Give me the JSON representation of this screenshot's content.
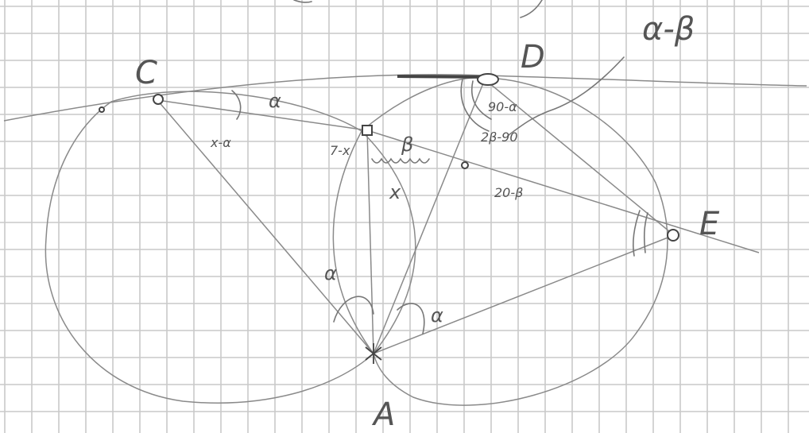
{
  "points": {
    "A": "A",
    "C": "C",
    "D": "D",
    "E": "E"
  },
  "angle_labels": {
    "alpha_top": "α",
    "alpha_left": "α",
    "alpha_right": "α",
    "x_mid": "x",
    "alpha_minus_beta": "α-β",
    "beta_small": "β"
  },
  "scribbles": {
    "near_c": "x-α",
    "near_b_left": "7-x",
    "near_d": "90-α",
    "near_d_2": "2β-90",
    "segment_note": "20-β"
  }
}
